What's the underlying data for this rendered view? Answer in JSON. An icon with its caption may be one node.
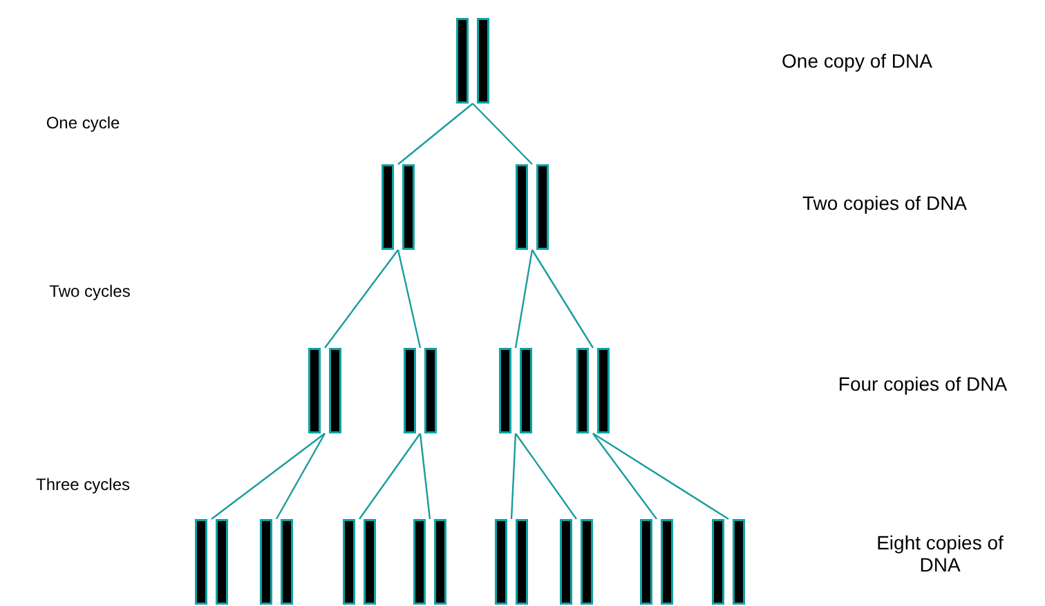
{
  "diagram": {
    "nodes": [
      {
        "text": [],
        "shape": "bar"
      },
      {
        "text": [],
        "shape": "bar"
      },
      {
        "text": [],
        "shape": "bar"
      },
      {
        "text": [],
        "shape": "bar"
      },
      {
        "text": [],
        "shape": "bar"
      },
      {
        "text": [],
        "shape": "bar"
      },
      {
        "text": [],
        "shape": "bar"
      },
      {
        "text": [],
        "shape": "bar"
      },
      {
        "text": [],
        "shape": "bar"
      },
      {
        "text": [],
        "shape": "bar"
      },
      {
        "text": [],
        "shape": "bar"
      },
      {
        "text": [],
        "shape": "bar"
      },
      {
        "text": [],
        "shape": "bar"
      },
      {
        "text": [],
        "shape": "bar"
      },
      {
        "text": [],
        "shape": "bar"
      }
    ],
    "edges": [
      {
        "from": 0,
        "to": 1,
        "arrow": "none"
      },
      {
        "from": 0,
        "to": 2,
        "arrow": "none"
      },
      {
        "from": 1,
        "to": 3,
        "arrow": "none"
      },
      {
        "from": 1,
        "to": 4,
        "arrow": "none"
      },
      {
        "from": 2,
        "to": 5,
        "arrow": "none"
      },
      {
        "from": 2,
        "to": 6,
        "arrow": "none"
      },
      {
        "from": 3,
        "to": 7,
        "arrow": "none"
      },
      {
        "from": 3,
        "to": 8,
        "arrow": "none"
      },
      {
        "from": 4,
        "to": 9,
        "arrow": "none"
      },
      {
        "from": 4,
        "to": 10,
        "arrow": "none"
      },
      {
        "from": 5,
        "to": 11,
        "arrow": "none"
      },
      {
        "from": 5,
        "to": 12,
        "arrow": "none"
      },
      {
        "from": 6,
        "to": 13,
        "arrow": "none"
      },
      {
        "from": 6,
        "to": 14,
        "arrow": "none"
      }
    ],
    "labels": [
      "One copy of DNA",
      "One cycle",
      "Two copies of DNA",
      "Two cycles",
      "Four copies of DNA",
      "Three cycles",
      "Eight copies of DNA"
    ]
  }
}
